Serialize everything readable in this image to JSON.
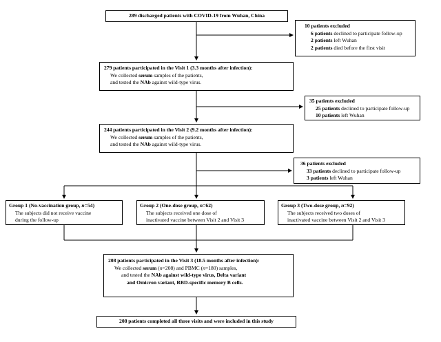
{
  "start": {
    "text": "289 discharged patients with COVID-19 from Wuhan, China"
  },
  "excl1": {
    "title": "10 patients excluded",
    "items": [
      {
        "bold": "6 patients",
        "rest": " declined to participate follow-up"
      },
      {
        "bold": "2 patients",
        "rest": " left Wuhan"
      },
      {
        "bold": "2 patients",
        "rest": " died before the first visit"
      }
    ]
  },
  "visit1": {
    "title": "279 patients participated in the Visit 1 (3.3 months after infection):",
    "l2a": "We collected ",
    "l2b": "serum",
    "l2c": " samples of the patients,",
    "l3a": "and tested the ",
    "l3b": "NAb",
    "l3c": " against wild-type virus."
  },
  "excl2": {
    "title": "35 patients excluded",
    "items": [
      {
        "bold": "25 patients",
        "rest": " declined to participate follow-up"
      },
      {
        "bold": "10 patients",
        "rest": " left Wuhan"
      }
    ]
  },
  "visit2": {
    "title": "244 patients participated in the Visit 2 (9.2 months after infection):",
    "l2a": "We collected ",
    "l2b": "serum",
    "l2c": " samples of the patients,",
    "l3a": "and tested the ",
    "l3b": "NAb",
    "l3c": " against wild-type virus."
  },
  "excl3": {
    "title": "36 patients excluded",
    "items": [
      {
        "bold": "33 patients",
        "rest": " declined to participate follow-up"
      },
      {
        "bold": "3 patients",
        "rest": " left Wuhan"
      }
    ]
  },
  "group1": {
    "t1": "Group 1 (No-vaccination group, ",
    "t2": "n",
    "t3": "=54)",
    "l1": "The subjects did not receive vaccine",
    "l2": "during the follow-up"
  },
  "group2": {
    "t1": "Group 2 (One-dose group, ",
    "t2": "n",
    "t3": "=62)",
    "l1": "The subjects received one dose of",
    "l2": "inactivated vaccine between Visit 2 and Visit 3"
  },
  "group3": {
    "t1": "Group 3 (Two-dose group, ",
    "t2": "n",
    "t3": "=92)",
    "l1": "The subjects received two doses of",
    "l2": "inactivated vaccine between Visit 2 and Visit 3"
  },
  "visit3": {
    "title": "208 patients participated in the Visit 3 (18.5 months after infection):",
    "l2a": "We collected ",
    "l2b": "serum",
    "l2c": " (",
    "l2d": "n",
    "l2e": "=208) and PBMC (",
    "l2f": "n",
    "l2g": "=180) samples,",
    "l3a": "and tested the ",
    "l3b": "NAb against wild-type virus, Delta variant",
    "l4": "and Omicron variant, RBD-specific memory B cells."
  },
  "final": {
    "text": "208 patients completed all three visits and were included in this study"
  }
}
